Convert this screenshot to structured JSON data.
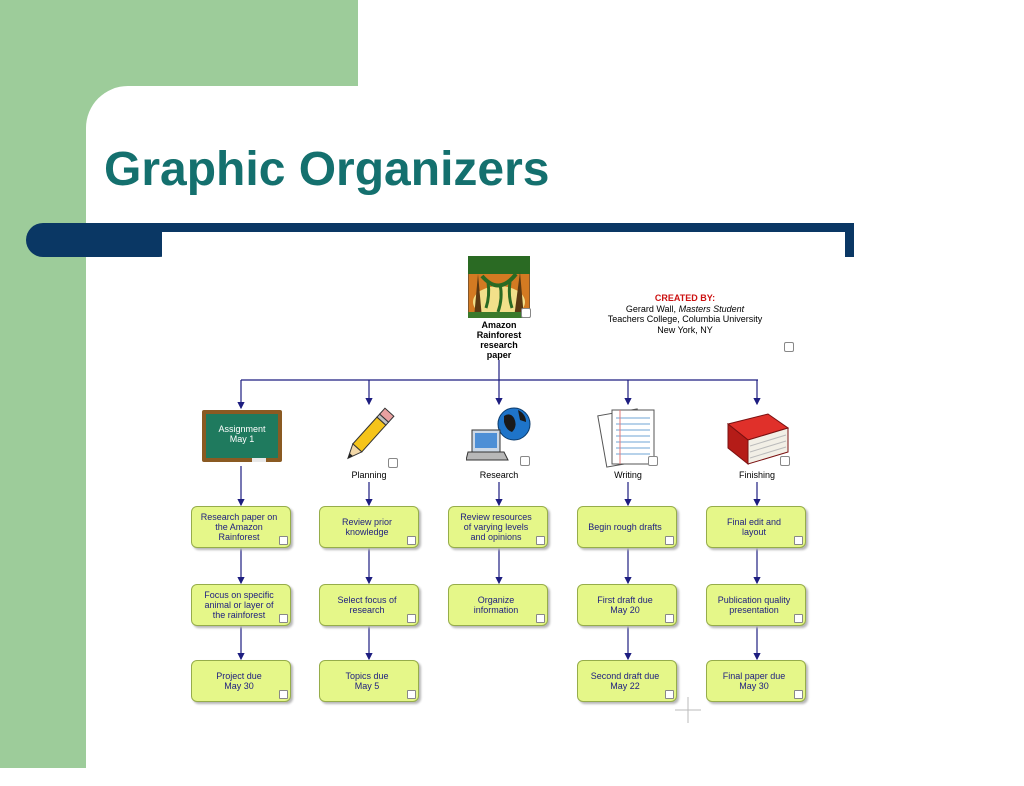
{
  "slide": {
    "title": "Graphic Organizers"
  },
  "credit": {
    "heading": "CREATED BY:",
    "name": "Gerard Wall,",
    "role": "Masters Student",
    "org": "Teachers College, Columbia University",
    "city": "New York, NY"
  },
  "root": {
    "label_lines": [
      "Amazon",
      "Rainforest",
      "research",
      "paper"
    ],
    "icon": "rainforest-icon"
  },
  "branches": [
    {
      "label": "Assignment\nMay 1",
      "icon": "chalkboard-icon",
      "chalk_text": "Assignment\nMay 1",
      "steps": [
        "Research paper  on\nthe Amazon\nRainforest",
        "Focus on specific\nanimal or layer of\nthe rainforest",
        "Project due\nMay 30"
      ]
    },
    {
      "label": "Planning",
      "icon": "pencil-icon",
      "steps": [
        "Review prior\nknowledge",
        "Select focus of\nresearch",
        "Topics due\nMay 5"
      ]
    },
    {
      "label": "Research",
      "icon": "computer-globe-icon",
      "steps": [
        "Review resources\nof varying levels\nand opinions",
        "Organize\ninformation"
      ]
    },
    {
      "label": "Writing",
      "icon": "paper-stack-icon",
      "steps": [
        "Begin rough drafts",
        "First draft due\nMay 20",
        "Second draft due\nMay 22"
      ]
    },
    {
      "label": "Finishing",
      "icon": "book-icon",
      "steps": [
        "Final edit and\nlayout",
        "Publication quality\npresentation",
        "Final paper due\nMay 30"
      ]
    }
  ],
  "colors": {
    "title": "#14706e",
    "bar": "#0a3764",
    "side": "#9dcc9a",
    "box_fill": "#e5f789",
    "connector": "#1d1d80"
  }
}
